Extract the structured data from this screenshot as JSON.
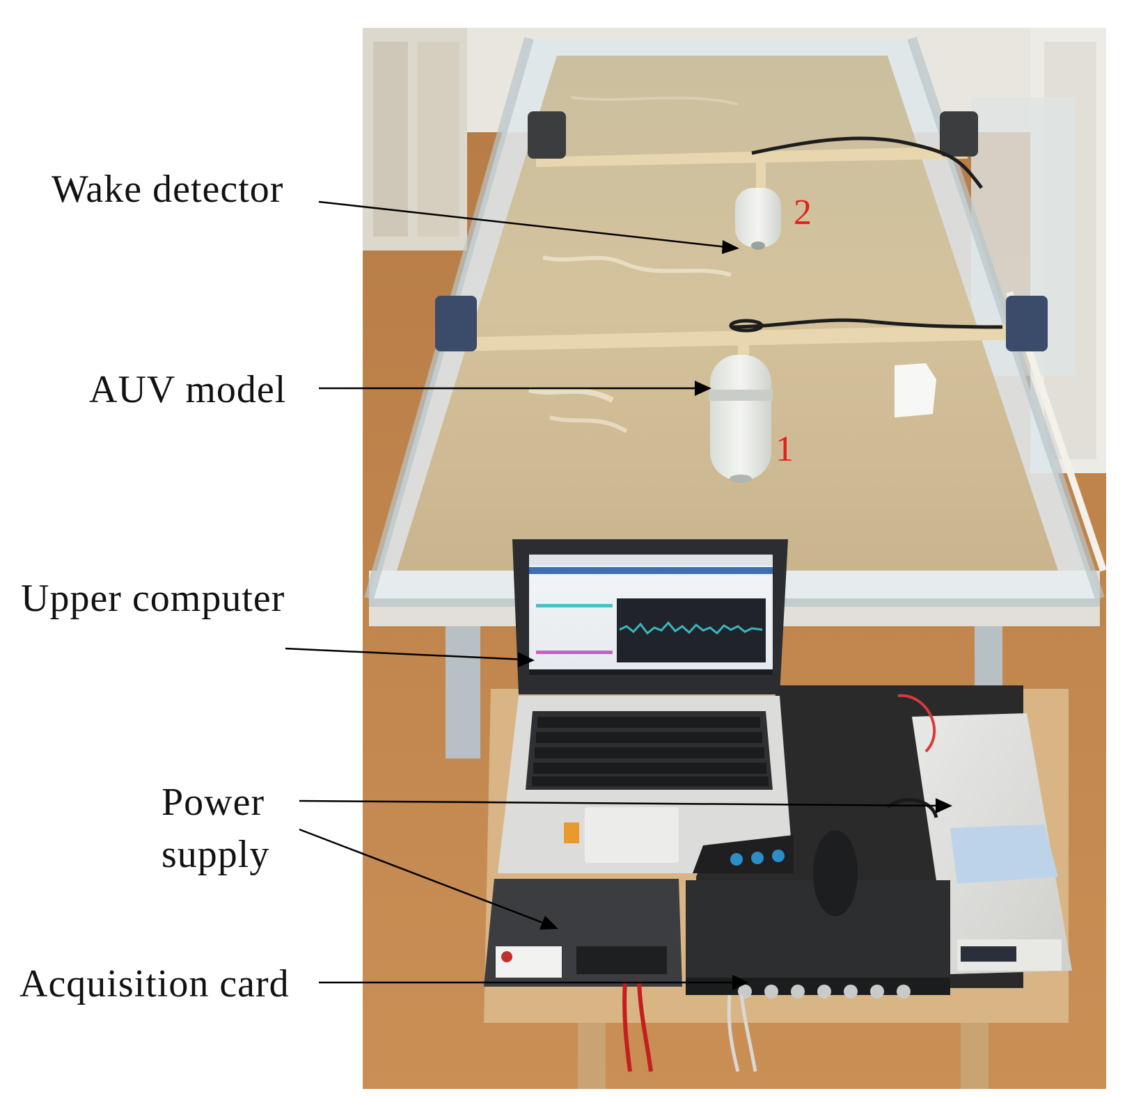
{
  "labels": {
    "wake_detector": "Wake detector",
    "auv_model": "AUV model",
    "upper_computer": "Upper computer",
    "power_supply_line1": "Power",
    "power_supply_line2": "supply",
    "acquisition_card": "Acquisition card"
  },
  "markers": {
    "model_2": "2",
    "model_1": "1"
  },
  "colors": {
    "floor": "#c78a4c",
    "water": "#cfbf9c",
    "tank_glass": "#dfe7ea",
    "beam": "#e8d6ae",
    "marker_red": "#e2201c",
    "laptop_body": "#2b2d31",
    "desk": "#d9b585"
  }
}
